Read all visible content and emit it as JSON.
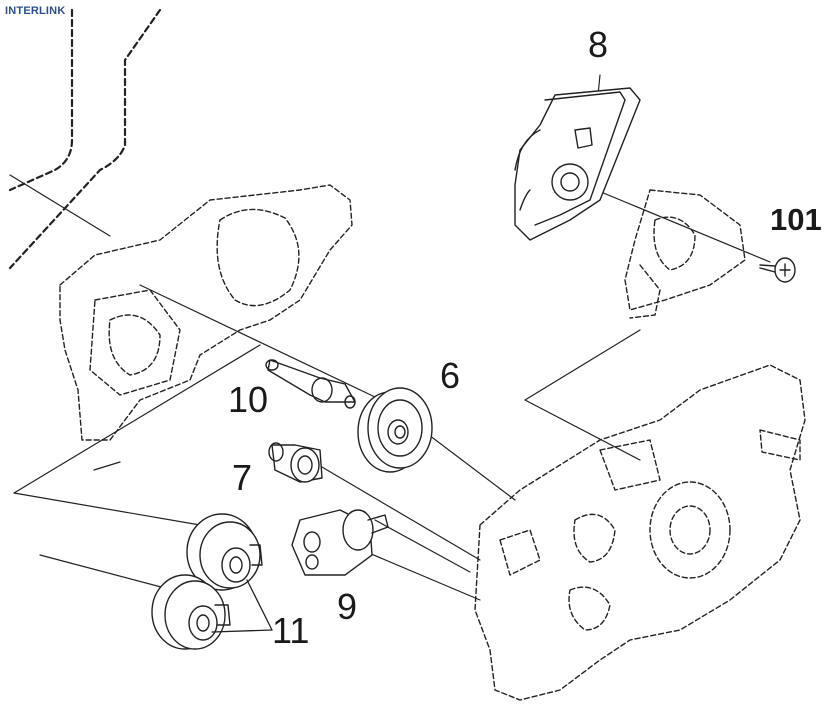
{
  "brand": {
    "logo_text": "INTERLINK",
    "logo_color": "#2b4f8a"
  },
  "parts": [
    {
      "id": "part-8",
      "number": "8"
    },
    {
      "id": "part-101",
      "number": "101"
    },
    {
      "id": "part-6",
      "number": "6"
    },
    {
      "id": "part-10",
      "number": "10"
    },
    {
      "id": "part-7",
      "number": "7"
    },
    {
      "id": "part-9",
      "number": "9"
    },
    {
      "id": "part-11",
      "number": "11"
    }
  ]
}
